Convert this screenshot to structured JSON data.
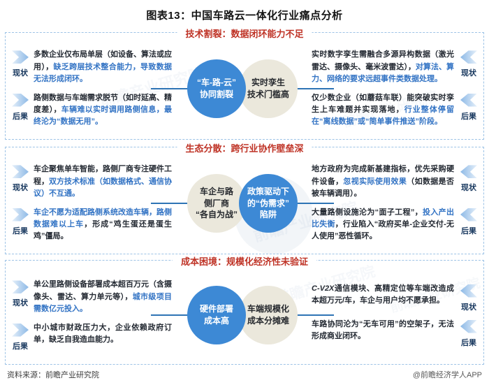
{
  "title": "图表13：中国车路云一体化行业痛点分析",
  "footer": {
    "source": "资料来源：前瞻产业研究院",
    "credit": "@前瞻经济学人APP"
  },
  "watermark": {
    "text": "前瞻产业研究院"
  },
  "colors": {
    "section_title_red": "#bf3326",
    "highlight_blue": "#3273c4",
    "circle_blue": "#3d89d5",
    "circle_beige": "#ebe8dc",
    "dashed_border": "#9dc3e6",
    "connector_blue": "#2e74b5"
  },
  "sections": [
    {
      "title": "技术割裂：数据闭环能力不足",
      "left": [
        {
          "label": "现状",
          "segments": [
            {
              "t": "多数企业仅布局单层（如设备、算法或应用），",
              "c": "dk"
            },
            {
              "t": "缺乏跨层技术整合能力，导致数据无法形成闭环。",
              "c": "hl"
            }
          ]
        },
        {
          "label": "后果",
          "segments": [
            {
              "t": "路侧数据与车端需求脱节（如时延高、精度差），",
              "c": "dk"
            },
            {
              "t": "车辆难以实时调用路侧信息，最终沦为“数据无用”。",
              "c": "hl"
            }
          ]
        }
      ],
      "right": [
        {
          "label": "现状",
          "segments": [
            {
              "t": "实时数字孪生需融合多源异构数据（激光雷达、摄像头、毫米波雷达），",
              "c": "dk"
            },
            {
              "t": "对算法、算力、网络的要求远超事件类数据处理。",
              "c": "hl"
            }
          ]
        },
        {
          "label": "后果",
          "segments": [
            {
              "t": "仅少数企业（如蘑菇车联）能突破实时孪生上车难题并实现落地，",
              "c": "dk"
            },
            {
              "t": "行业整体停留在“离线数据”或“简单事件推送”阶段。",
              "c": "hl"
            }
          ]
        }
      ],
      "circles": [
        {
          "text": "“车-路-云”\n协同割裂",
          "style": "blue"
        },
        {
          "text": "实时孪生\n技术门槛高",
          "style": "beige"
        }
      ]
    },
    {
      "title": "生态分散：跨行业协作壁垒深",
      "left": [
        {
          "label": "现状",
          "segments": [
            {
              "t": "车企聚焦单车智能，路侧厂商专注硬件工程，",
              "c": "dk"
            },
            {
              "t": "双方技术标准（如数据格式、通信协议）不互通。",
              "c": "hl"
            }
          ]
        },
        {
          "label": "后果",
          "segments": [
            {
              "t": "车企不愿为适配路侧系统改造车辆，路侧数据难以上车",
              "c": "hl"
            },
            {
              "t": "，形成“鸡生蛋还是蛋生鸡”僵局。",
              "c": "dk"
            }
          ]
        }
      ],
      "right": [
        {
          "label": "现状",
          "segments": [
            {
              "t": "地方政府为完成新基建指标，优先采购硬件设备，",
              "c": "dk"
            },
            {
              "t": "忽视实际使用效果",
              "c": "hl"
            },
            {
              "t": "（如数据是否被车辆调用）。",
              "c": "dk"
            }
          ]
        },
        {
          "label": "后果",
          "segments": [
            {
              "t": "大量路侧设施沦为“面子工程”，",
              "c": "dk"
            },
            {
              "t": "投入产出比失衡",
              "c": "hl"
            },
            {
              "t": "，行业陷入“政府买单-企业交付-无人使用”恶性循环。",
              "c": "dk"
            }
          ]
        }
      ],
      "circles": [
        {
          "text": "车企与路\n侧厂商\n“各自为战”",
          "style": "beige"
        },
        {
          "text": "政策驱动下\n的“伪需求”\n陷阱",
          "style": "blue"
        }
      ]
    },
    {
      "title": "成本困境：规模化经济性未验证",
      "left": [
        {
          "label": "现状",
          "segments": [
            {
              "t": "单公里路侧设备部署成本超百万元（含摄像头、雷达、算力单元等），",
              "c": "dk"
            },
            {
              "t": "城市级项目需数亿元投入。",
              "c": "hl"
            }
          ]
        },
        {
          "label": "后果",
          "segments": [
            {
              "t": "中小城市财政压力大，企业依赖政府订单，缺乏自我造血能力。",
              "c": "dk"
            }
          ]
        }
      ],
      "right": [
        {
          "label": "现状",
          "segments": [
            {
              "t": "C-V2X",
              "c": "it"
            },
            {
              "t": "通信模块、高精定位等车端改造成本超万元/车，车企与用户均不愿承担。",
              "c": "dk"
            }
          ]
        },
        {
          "label": "后果",
          "segments": [
            {
              "t": "车路协同沦为“无车可用”的空架子，无法形成商业闭环。",
              "c": "dk"
            }
          ]
        }
      ],
      "circles": [
        {
          "text": "硬件部署\n成本高",
          "style": "blue"
        },
        {
          "text": "车端规模化\n成本分摊难",
          "style": "beige"
        }
      ]
    }
  ]
}
